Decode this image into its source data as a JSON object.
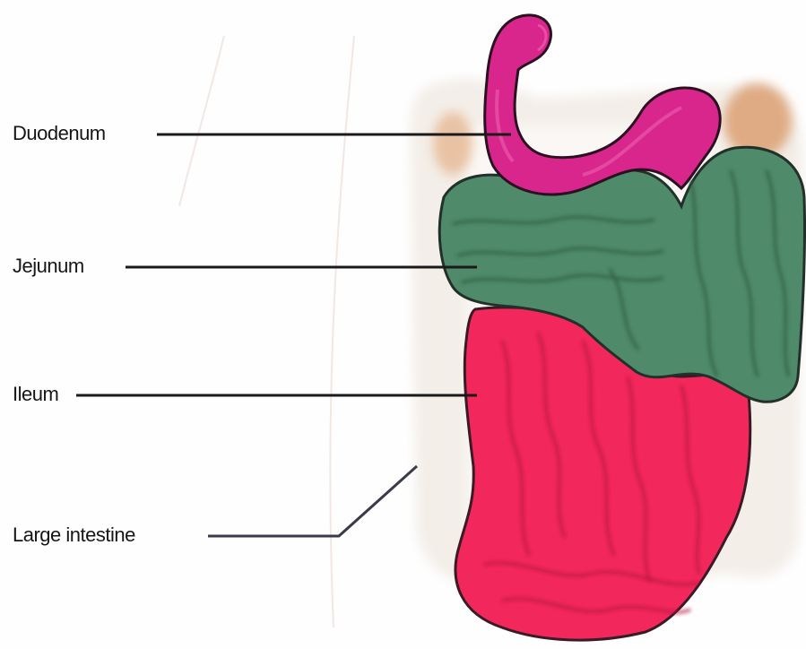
{
  "labels": {
    "duodenum": "Duodenum",
    "jejunum": "Jejunum",
    "ileum": "Ileum",
    "large_intestine": "Large intestine"
  },
  "colors": {
    "duodenum": "#d9268c",
    "jejunum": "#4f8a6a",
    "ileum": "#f2285c",
    "large_intestine": "#f2ede6",
    "outline": "#2a1a20",
    "leader_line": "#1a1a1a"
  }
}
